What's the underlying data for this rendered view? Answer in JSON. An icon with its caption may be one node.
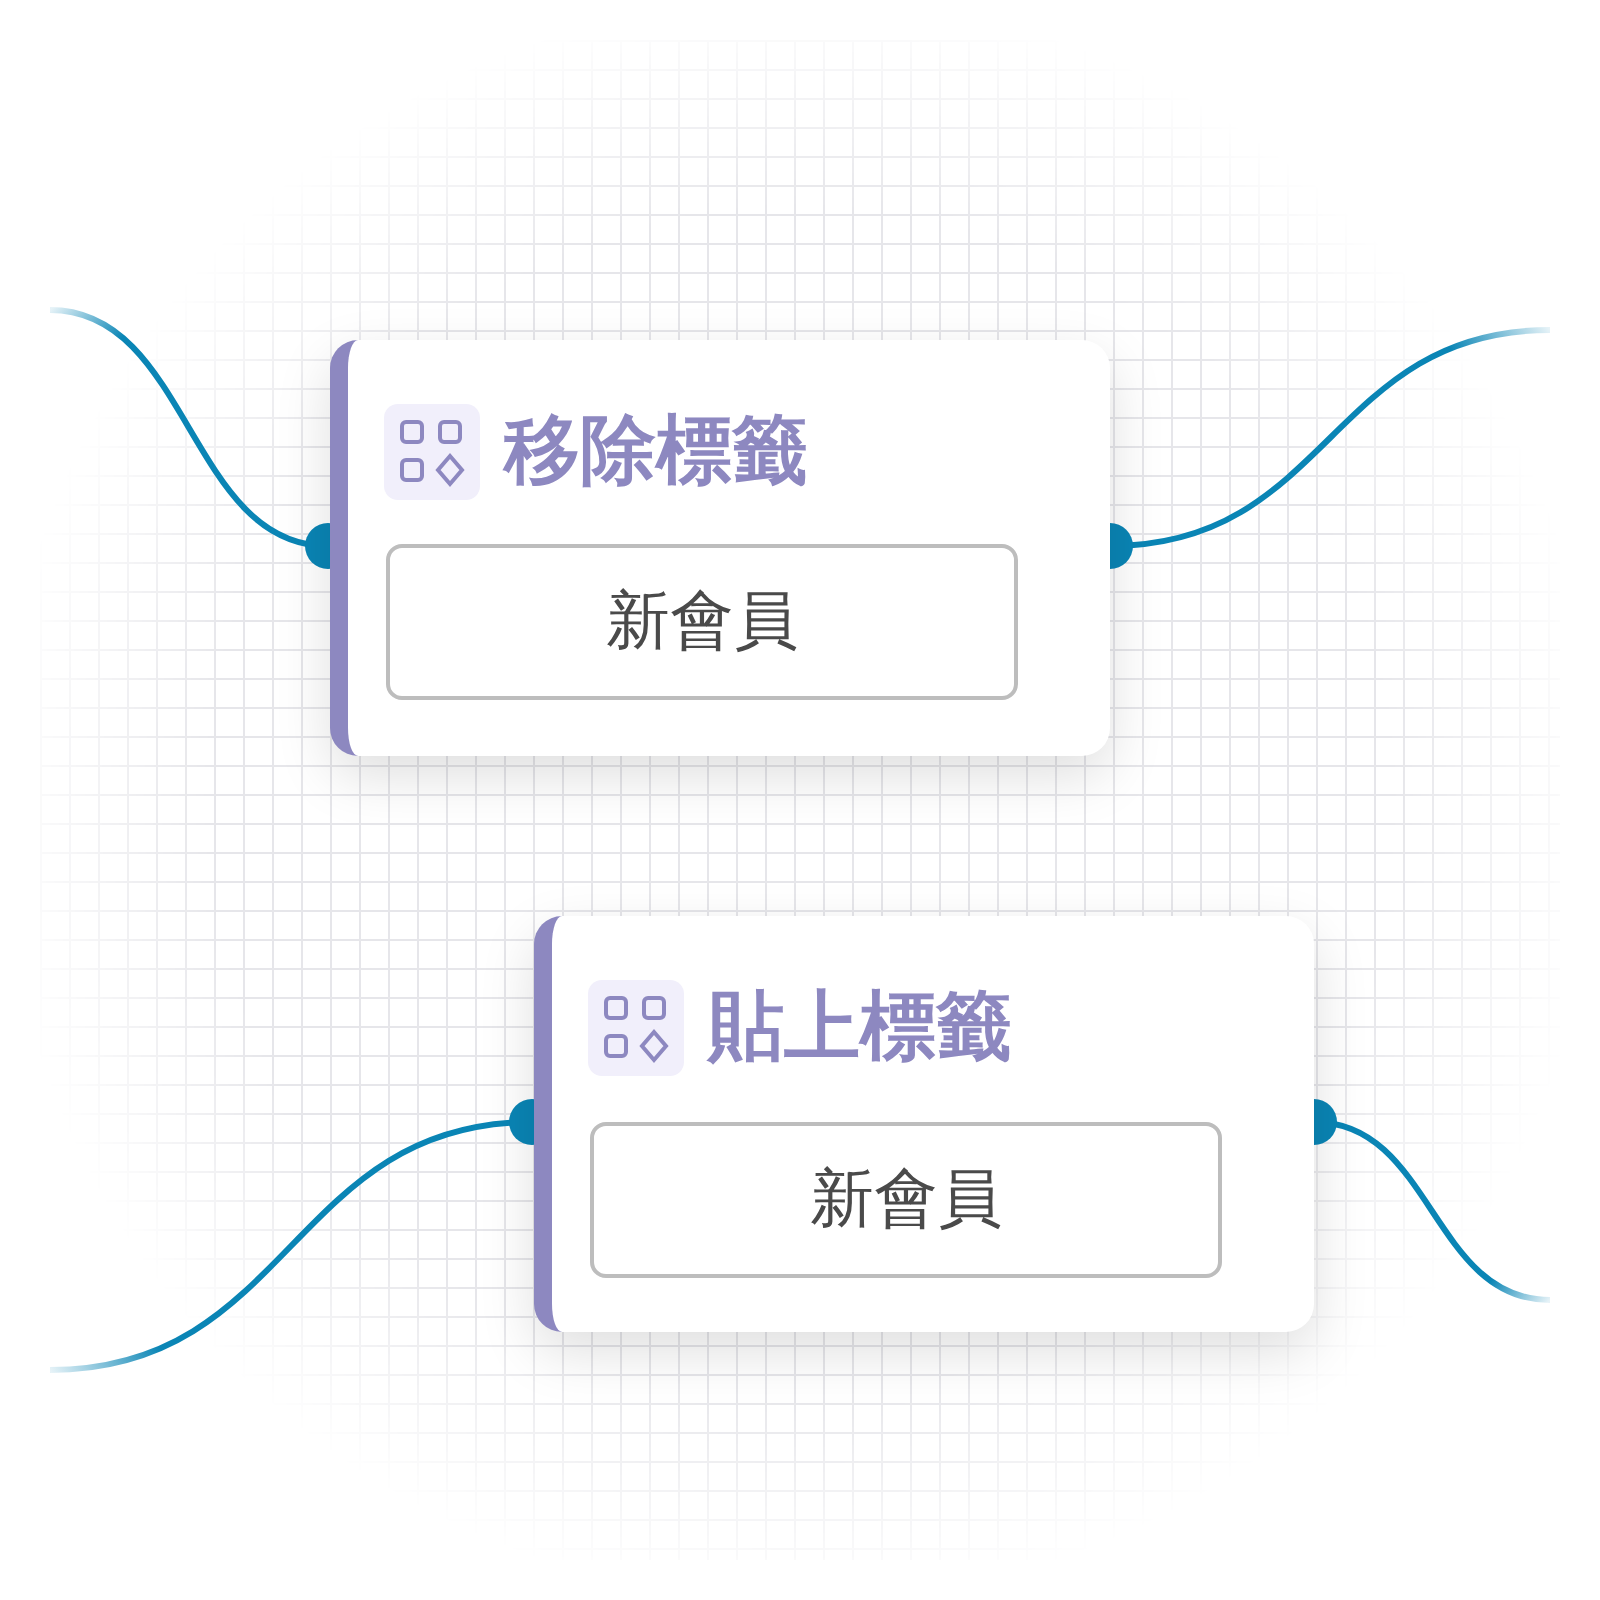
{
  "diagram": {
    "nodes": [
      {
        "text": [
          "移除標籤"
        ]
      },
      {
        "text": [
          "新會員"
        ],
        "in": 0
      },
      {
        "text": [
          "貼上標籤"
        ]
      },
      {
        "text": [
          "新會員"
        ],
        "in": 2
      }
    ],
    "edges": [
      {
        "from": null,
        "to": 0,
        "arrow": "other"
      },
      {
        "from": 0,
        "to": null,
        "arrow": "other"
      },
      {
        "from": null,
        "to": 2,
        "arrow": "other"
      },
      {
        "from": 2,
        "to": null,
        "arrow": "other"
      }
    ]
  }
}
